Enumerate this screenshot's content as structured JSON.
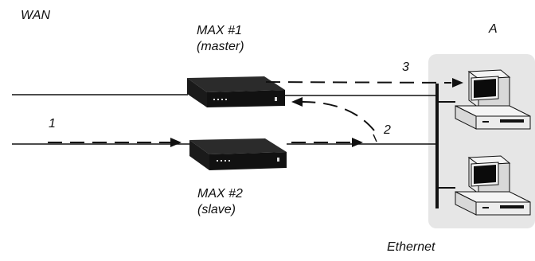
{
  "labels": {
    "wan": "WAN",
    "max1_name": "MAX #1",
    "max1_role": "(master)",
    "max2_name": "MAX #2",
    "max2_role": "(slave)",
    "host": "A",
    "ethernet": "Ethernet",
    "step1": "1",
    "step2": "2",
    "step3": "3"
  },
  "colors": {
    "line": "#111111",
    "lan_panel": "#e6e6e6",
    "device_top": "#2b2b2b",
    "device_front": "#111111",
    "pc_body": "#e9e9e9",
    "pc_screen": "#0b0b0b"
  }
}
